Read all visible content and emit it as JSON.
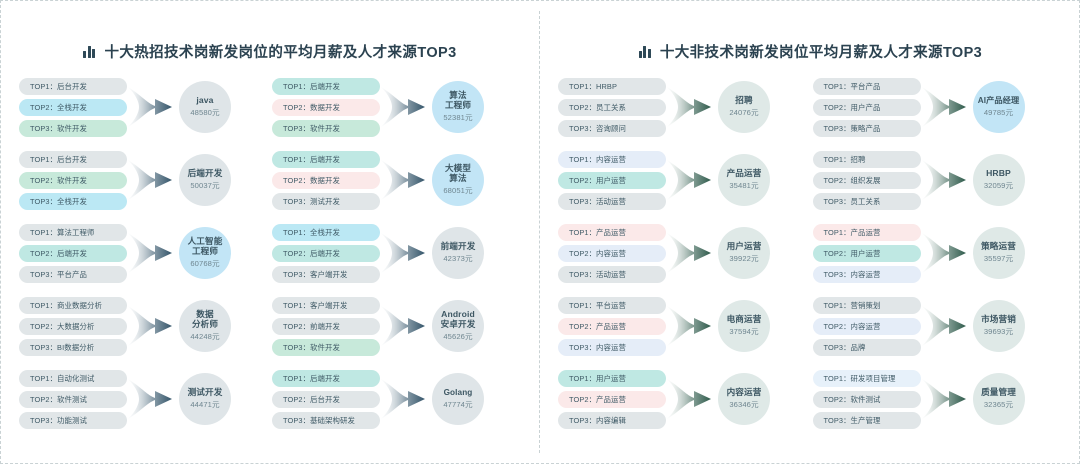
{
  "panels": [
    {
      "id": "tech",
      "title": "十大热招技术岗新发岗位的平均月薪及人才来源TOP3",
      "icon": "bar-chart-icon",
      "arrow_color_start": "#eef2f4",
      "arrow_color_end": "#34556a",
      "columns": [
        {
          "groups": [
            {
              "sources": [
                {
                  "rank": "TOP1",
                  "label": "TOP1：后台开发",
                  "color": "gray"
                },
                {
                  "rank": "TOP2",
                  "label": "TOP2：全栈开发",
                  "color": "blue"
                },
                {
                  "rank": "TOP3",
                  "label": "TOP3：软件开发",
                  "color": "green"
                }
              ],
              "target": {
                "name": "java",
                "salary": "48580元",
                "color": "c-gray"
              }
            },
            {
              "sources": [
                {
                  "rank": "TOP1",
                  "label": "TOP1：后台开发",
                  "color": "gray"
                },
                {
                  "rank": "TOP2",
                  "label": "TOP2：软件开发",
                  "color": "green"
                },
                {
                  "rank": "TOP3",
                  "label": "TOP3：全栈开发",
                  "color": "blue"
                }
              ],
              "target": {
                "name": "后端开发",
                "salary": "50037元",
                "color": "c-gray"
              }
            },
            {
              "sources": [
                {
                  "rank": "TOP1",
                  "label": "TOP1：算法工程师",
                  "color": "gray"
                },
                {
                  "rank": "TOP2",
                  "label": "TOP2：后端开发",
                  "color": "mint"
                },
                {
                  "rank": "TOP3",
                  "label": "TOP3：平台产品",
                  "color": "gray"
                }
              ],
              "target": {
                "name": "人工智能\n工程师",
                "salary": "60768元",
                "color": "c-blue"
              }
            },
            {
              "sources": [
                {
                  "rank": "TOP1",
                  "label": "TOP1：商业数据分析",
                  "color": "gray"
                },
                {
                  "rank": "TOP2",
                  "label": "TOP2：大数据分析",
                  "color": "gray"
                },
                {
                  "rank": "TOP3",
                  "label": "TOP3：BI数据分析",
                  "color": "gray"
                }
              ],
              "target": {
                "name": "数据\n分析师",
                "salary": "44248元",
                "color": "c-gray"
              }
            },
            {
              "sources": [
                {
                  "rank": "TOP1",
                  "label": "TOP1：自动化测试",
                  "color": "gray"
                },
                {
                  "rank": "TOP2",
                  "label": "TOP2：软件测试",
                  "color": "gray"
                },
                {
                  "rank": "TOP3",
                  "label": "TOP3：功能测试",
                  "color": "gray"
                }
              ],
              "target": {
                "name": "测试开发",
                "salary": "44471元",
                "color": "c-gray"
              }
            }
          ]
        },
        {
          "groups": [
            {
              "sources": [
                {
                  "rank": "TOP1",
                  "label": "TOP1：后端开发",
                  "color": "mint"
                },
                {
                  "rank": "TOP2",
                  "label": "TOP2：数据开发",
                  "color": "pink"
                },
                {
                  "rank": "TOP3",
                  "label": "TOP3：软件开发",
                  "color": "green"
                }
              ],
              "target": {
                "name": "算法\n工程师",
                "salary": "52381元",
                "color": "c-blue"
              }
            },
            {
              "sources": [
                {
                  "rank": "TOP1",
                  "label": "TOP1：后端开发",
                  "color": "mint"
                },
                {
                  "rank": "TOP2",
                  "label": "TOP2：数据开发",
                  "color": "pink"
                },
                {
                  "rank": "TOP3",
                  "label": "TOP3：测试开发",
                  "color": "gray"
                }
              ],
              "target": {
                "name": "大模型\n算法",
                "salary": "68051元",
                "color": "c-blue"
              }
            },
            {
              "sources": [
                {
                  "rank": "TOP1",
                  "label": "TOP1：全栈开发",
                  "color": "blue"
                },
                {
                  "rank": "TOP2",
                  "label": "TOP2：后端开发",
                  "color": "mint"
                },
                {
                  "rank": "TOP3",
                  "label": "TOP3：客户端开发",
                  "color": "gray"
                }
              ],
              "target": {
                "name": "前端开发",
                "salary": "42373元",
                "color": "c-gray"
              }
            },
            {
              "sources": [
                {
                  "rank": "TOP1",
                  "label": "TOP1：客户端开发",
                  "color": "gray"
                },
                {
                  "rank": "TOP2",
                  "label": "TOP2：前端开发",
                  "color": "gray"
                },
                {
                  "rank": "TOP3",
                  "label": "TOP3：软件开发",
                  "color": "green"
                }
              ],
              "target": {
                "name": "Android\n安卓开发",
                "salary": "45626元",
                "color": "c-gray"
              }
            },
            {
              "sources": [
                {
                  "rank": "TOP1",
                  "label": "TOP1：后端开发",
                  "color": "mint"
                },
                {
                  "rank": "TOP2",
                  "label": "TOP2：后台开发",
                  "color": "gray"
                },
                {
                  "rank": "TOP3",
                  "label": "TOP3：基础架构研发",
                  "color": "gray"
                }
              ],
              "target": {
                "name": "Golang",
                "salary": "47774元",
                "color": "c-gray"
              }
            }
          ]
        }
      ]
    },
    {
      "id": "nontech",
      "title": "十大非技术岗新发岗位平均月薪及人才来源TOP3",
      "icon": "bar-chart-icon",
      "arrow_color_start": "#eef3f1",
      "arrow_color_end": "#2f5b4c",
      "columns": [
        {
          "groups": [
            {
              "sources": [
                {
                  "rank": "TOP1",
                  "label": "TOP1：HRBP",
                  "color": "gray"
                },
                {
                  "rank": "TOP2",
                  "label": "TOP2：员工关系",
                  "color": "gray"
                },
                {
                  "rank": "TOP3",
                  "label": "TOP3：咨询顾问",
                  "color": "gray"
                }
              ],
              "target": {
                "name": "招聘",
                "salary": "24076元",
                "color": "c-mint"
              }
            },
            {
              "sources": [
                {
                  "rank": "TOP1",
                  "label": "TOP1：内容运营",
                  "color": "lav"
                },
                {
                  "rank": "TOP2",
                  "label": "TOP2：用户运营",
                  "color": "mint"
                },
                {
                  "rank": "TOP3",
                  "label": "TOP3：活动运营",
                  "color": "gray"
                }
              ],
              "target": {
                "name": "产品运营",
                "salary": "35481元",
                "color": "c-mint"
              }
            },
            {
              "sources": [
                {
                  "rank": "TOP1",
                  "label": "TOP1：产品运营",
                  "color": "pink"
                },
                {
                  "rank": "TOP2",
                  "label": "TOP2：内容运营",
                  "color": "lav"
                },
                {
                  "rank": "TOP3",
                  "label": "TOP3：活动运营",
                  "color": "gray"
                }
              ],
              "target": {
                "name": "用户运营",
                "salary": "39922元",
                "color": "c-mint"
              }
            },
            {
              "sources": [
                {
                  "rank": "TOP1",
                  "label": "TOP1：平台运营",
                  "color": "gray"
                },
                {
                  "rank": "TOP2",
                  "label": "TOP2：产品运营",
                  "color": "pink"
                },
                {
                  "rank": "TOP3",
                  "label": "TOP3：内容运营",
                  "color": "lav"
                }
              ],
              "target": {
                "name": "电商运营",
                "salary": "37594元",
                "color": "c-mint"
              }
            },
            {
              "sources": [
                {
                  "rank": "TOP1",
                  "label": "TOP1：用户运营",
                  "color": "mint"
                },
                {
                  "rank": "TOP2",
                  "label": "TOP2：产品运营",
                  "color": "pink"
                },
                {
                  "rank": "TOP3",
                  "label": "TOP3：内容编辑",
                  "color": "gray"
                }
              ],
              "target": {
                "name": "内容运营",
                "salary": "36346元",
                "color": "c-mint"
              }
            }
          ]
        },
        {
          "groups": [
            {
              "sources": [
                {
                  "rank": "TOP1",
                  "label": "TOP1：平台产品",
                  "color": "gray"
                },
                {
                  "rank": "TOP2",
                  "label": "TOP2：用户产品",
                  "color": "gray"
                },
                {
                  "rank": "TOP3",
                  "label": "TOP3：策略产品",
                  "color": "gray"
                }
              ],
              "target": {
                "name": "AI产品经理",
                "salary": "49785元",
                "color": "c-blue"
              }
            },
            {
              "sources": [
                {
                  "rank": "TOP1",
                  "label": "TOP1：招聘",
                  "color": "gray"
                },
                {
                  "rank": "TOP2",
                  "label": "TOP2：组织发展",
                  "color": "gray"
                },
                {
                  "rank": "TOP3",
                  "label": "TOP3：员工关系",
                  "color": "gray"
                }
              ],
              "target": {
                "name": "HRBP",
                "salary": "32059元",
                "color": "c-mint"
              }
            },
            {
              "sources": [
                {
                  "rank": "TOP1",
                  "label": "TOP1：产品运营",
                  "color": "pink"
                },
                {
                  "rank": "TOP2",
                  "label": "TOP2：用户运营",
                  "color": "mint"
                },
                {
                  "rank": "TOP3",
                  "label": "TOP3：内容运营",
                  "color": "lav"
                }
              ],
              "target": {
                "name": "策略运营",
                "salary": "35597元",
                "color": "c-mint"
              }
            },
            {
              "sources": [
                {
                  "rank": "TOP1",
                  "label": "TOP1：营销策划",
                  "color": "gray"
                },
                {
                  "rank": "TOP2",
                  "label": "TOP2：内容运营",
                  "color": "lav"
                },
                {
                  "rank": "TOP3",
                  "label": "TOP3：品牌",
                  "color": "gray"
                }
              ],
              "target": {
                "name": "市场营销",
                "salary": "39693元",
                "color": "c-mint"
              }
            },
            {
              "sources": [
                {
                  "rank": "TOP1",
                  "label": "TOP1：研发项目管理",
                  "color": "paleblue"
                },
                {
                  "rank": "TOP2",
                  "label": "TOP2：软件测试",
                  "color": "gray"
                },
                {
                  "rank": "TOP3",
                  "label": "TOP3：生产管理",
                  "color": "gray"
                }
              ],
              "target": {
                "name": "质量管理",
                "salary": "32365元",
                "color": "c-mint"
              }
            }
          ]
        }
      ]
    }
  ]
}
